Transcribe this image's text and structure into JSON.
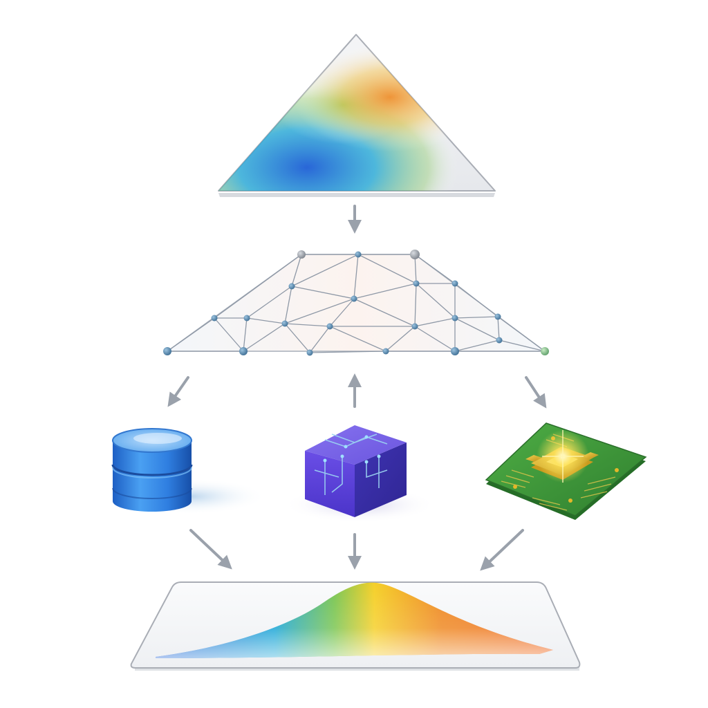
{
  "diagram": {
    "stages": [
      {
        "id": "source",
        "shape": "triangle-panel",
        "icon": "gradient-triangle-icon"
      },
      {
        "id": "mesh",
        "shape": "triangulated-trapezoid",
        "icon": "mesh-network-icon"
      },
      {
        "id": "storage",
        "shape": "cylinder",
        "icon": "database-cylinder-icon"
      },
      {
        "id": "processing",
        "shape": "cube",
        "icon": "circuit-cube-icon"
      },
      {
        "id": "hardware",
        "shape": "chip",
        "icon": "circuit-board-chip-icon"
      },
      {
        "id": "result",
        "shape": "distribution-panel",
        "icon": "bell-curve-panel-icon"
      }
    ],
    "connections": [
      {
        "from": "source",
        "to": "mesh",
        "direction": "down"
      },
      {
        "from": "mesh",
        "to": "storage",
        "direction": "down-left"
      },
      {
        "from": "processing",
        "to": "mesh",
        "direction": "up"
      },
      {
        "from": "mesh",
        "to": "hardware",
        "direction": "down-right"
      },
      {
        "from": "storage",
        "to": "result",
        "direction": "down-right"
      },
      {
        "from": "processing",
        "to": "result",
        "direction": "down"
      },
      {
        "from": "hardware",
        "to": "result",
        "direction": "down-left"
      }
    ]
  },
  "colors": {
    "arrow": "#9aa1ab",
    "outline": "#a9adb5",
    "mesh_line": "#8e98a6",
    "mesh_node": "#5b87aa",
    "gradient_blue": "#1f5fd6",
    "gradient_cyan": "#1aa6d6",
    "gradient_green": "#7cc653",
    "gradient_yellow": "#f5d02a",
    "gradient_orange": "#ef8a25",
    "cylinder_blue": "#3a86e0",
    "cube_purple": "#5a3fd8",
    "chip_green": "#3f9a3a",
    "chip_gold": "#e3b729"
  }
}
